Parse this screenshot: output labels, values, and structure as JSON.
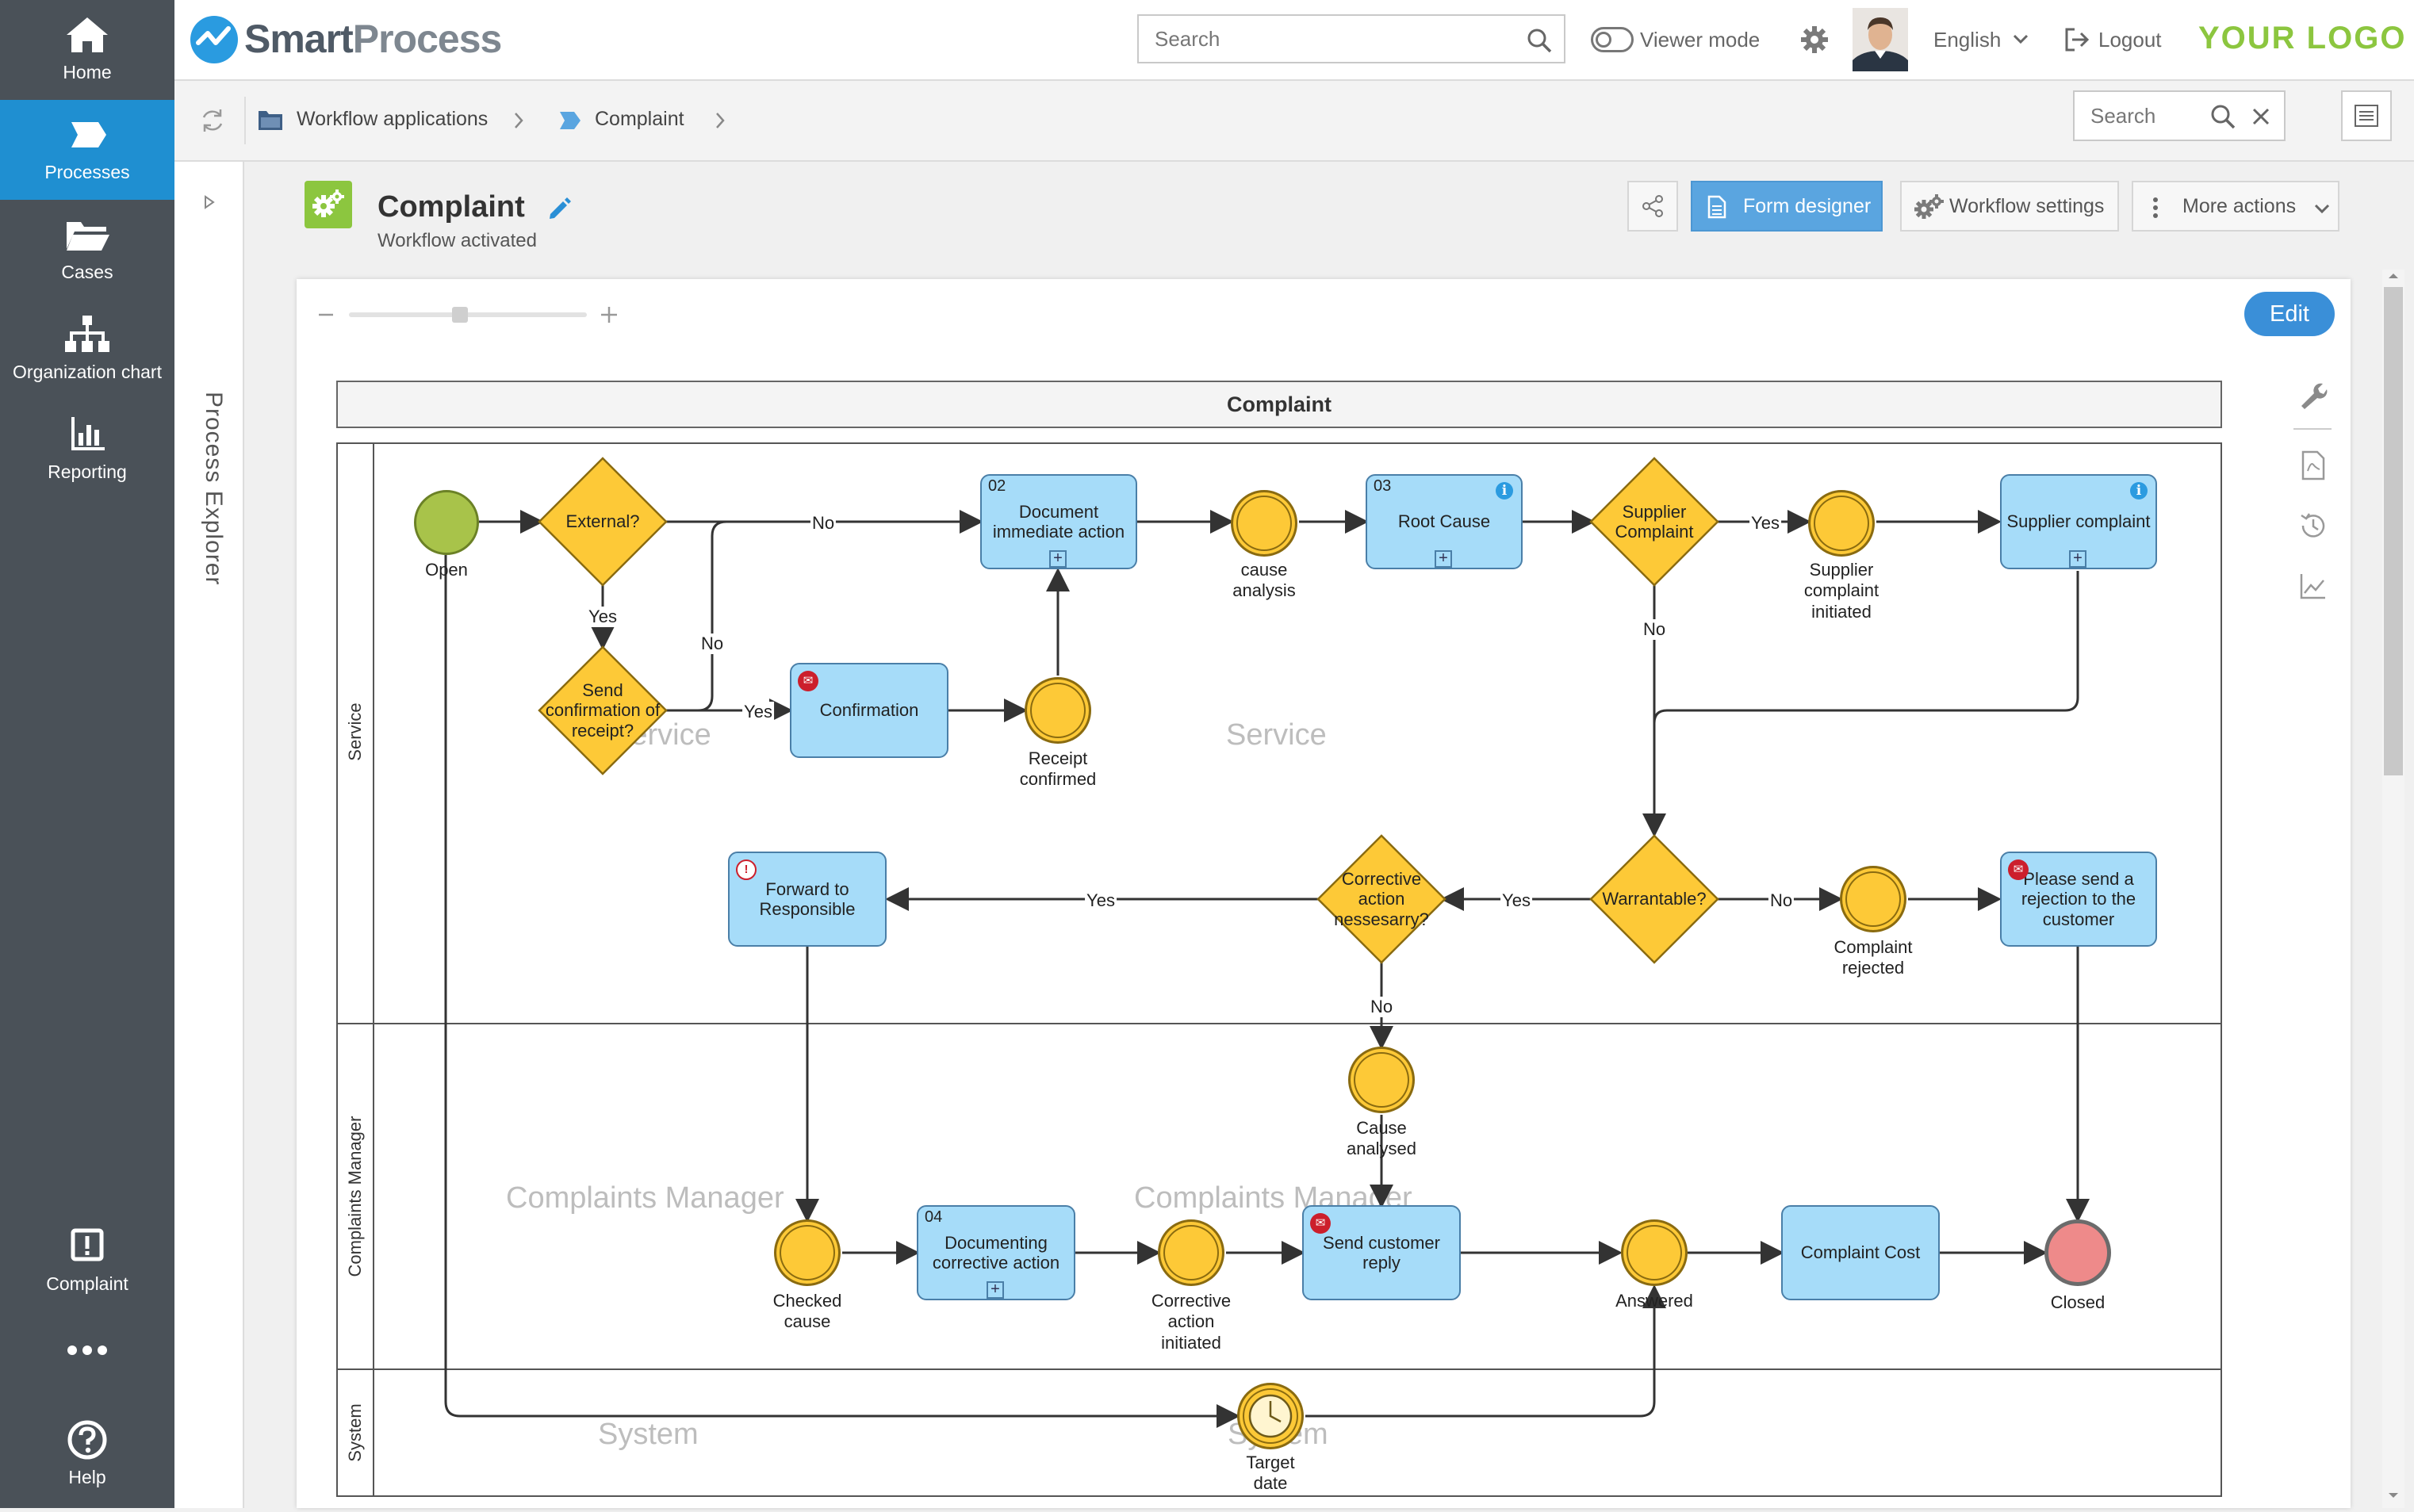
{
  "app": {
    "brand": "SmartProcess",
    "logo_text": "YOUR LOGO"
  },
  "sidebar": {
    "items": [
      {
        "label": "Home",
        "icon": "home-icon"
      },
      {
        "label": "Processes",
        "icon": "processes-icon",
        "active": true
      },
      {
        "label": "Cases",
        "icon": "folder-icon"
      },
      {
        "label": "Organization chart",
        "icon": "org-chart-icon"
      },
      {
        "label": "Reporting",
        "icon": "bar-chart-icon"
      },
      {
        "label": "Complaint",
        "icon": "exclamation-icon"
      },
      {
        "label": "",
        "icon": "more-dots-icon"
      },
      {
        "label": "Help",
        "icon": "help-icon"
      }
    ]
  },
  "topbar": {
    "search_placeholder": "Search",
    "viewer_mode_label": "Viewer mode",
    "language": "English",
    "logout_label": "Logout"
  },
  "breadcrumb": {
    "items": [
      "Workflow applications",
      "Complaint"
    ],
    "search_placeholder": "Search"
  },
  "explorer": {
    "label": "Process Explorer"
  },
  "page": {
    "title": "Complaint",
    "subtitle": "Workflow activated",
    "buttons": {
      "form_designer": "Form designer",
      "workflow_settings": "Workflow settings",
      "more_actions": "More actions"
    }
  },
  "diagram": {
    "edit_label": "Edit",
    "pool_title": "Complaint",
    "lanes": [
      {
        "name": "Service",
        "watermark": "Service"
      },
      {
        "name": "Complaints Manager",
        "watermark": "Complaints Manager"
      },
      {
        "name": "System",
        "watermark": "System"
      }
    ],
    "tasks": {
      "t02": {
        "num": "02",
        "label": "Document immediate action"
      },
      "t03": {
        "num": "03",
        "label": "Root Cause"
      },
      "supplier": {
        "label": "Supplier complaint"
      },
      "confirmation": {
        "label": "Confirmation"
      },
      "forward": {
        "label": "Forward to Responsible"
      },
      "rejection": {
        "label": "Please send a rejection to the customer"
      },
      "t04": {
        "num": "04",
        "label": "Documenting corrective action"
      },
      "reply": {
        "label": "Send customer reply"
      },
      "cost": {
        "label": "Complaint Cost"
      }
    },
    "gateways": {
      "external": "External?",
      "send_confirmation": "Send confirmation of receipt?",
      "supplier_complaint": "Supplier Complaint",
      "warrantable": "Warrantable?",
      "corrective": "Corrective action nessesarry?"
    },
    "events": {
      "open": "Open",
      "cause_analysis": "cause analysis",
      "supplier_initiated": "Supplier complaint initiated",
      "receipt_confirmed": "Receipt confirmed",
      "complaint_rejected": "Complaint rejected",
      "cause_analysed": "Cause analysed",
      "checked_cause": "Checked cause",
      "corrective_initiated": "Corrective action initiated",
      "answered": "Answered",
      "closed": "Closed",
      "target_date": "Target date"
    },
    "edge_labels": {
      "no1": "No",
      "no2": "No",
      "yes1": "Yes",
      "yes2": "Yes",
      "yes3": "Yes",
      "no3": "No",
      "yes4": "Yes",
      "yes5": "Yes",
      "no4": "No",
      "no5": "No"
    }
  },
  "colors": {
    "sidebar_bg": "#4a5158",
    "sidebar_active": "#1f8fd1",
    "task_fill": "#a6dcf9",
    "gateway_fill": "#fdc937",
    "start_event": "#a8c34a",
    "end_event": "#ee8a8a",
    "logo_green": "#8cc63f",
    "primary_button": "#5aa5e0"
  }
}
